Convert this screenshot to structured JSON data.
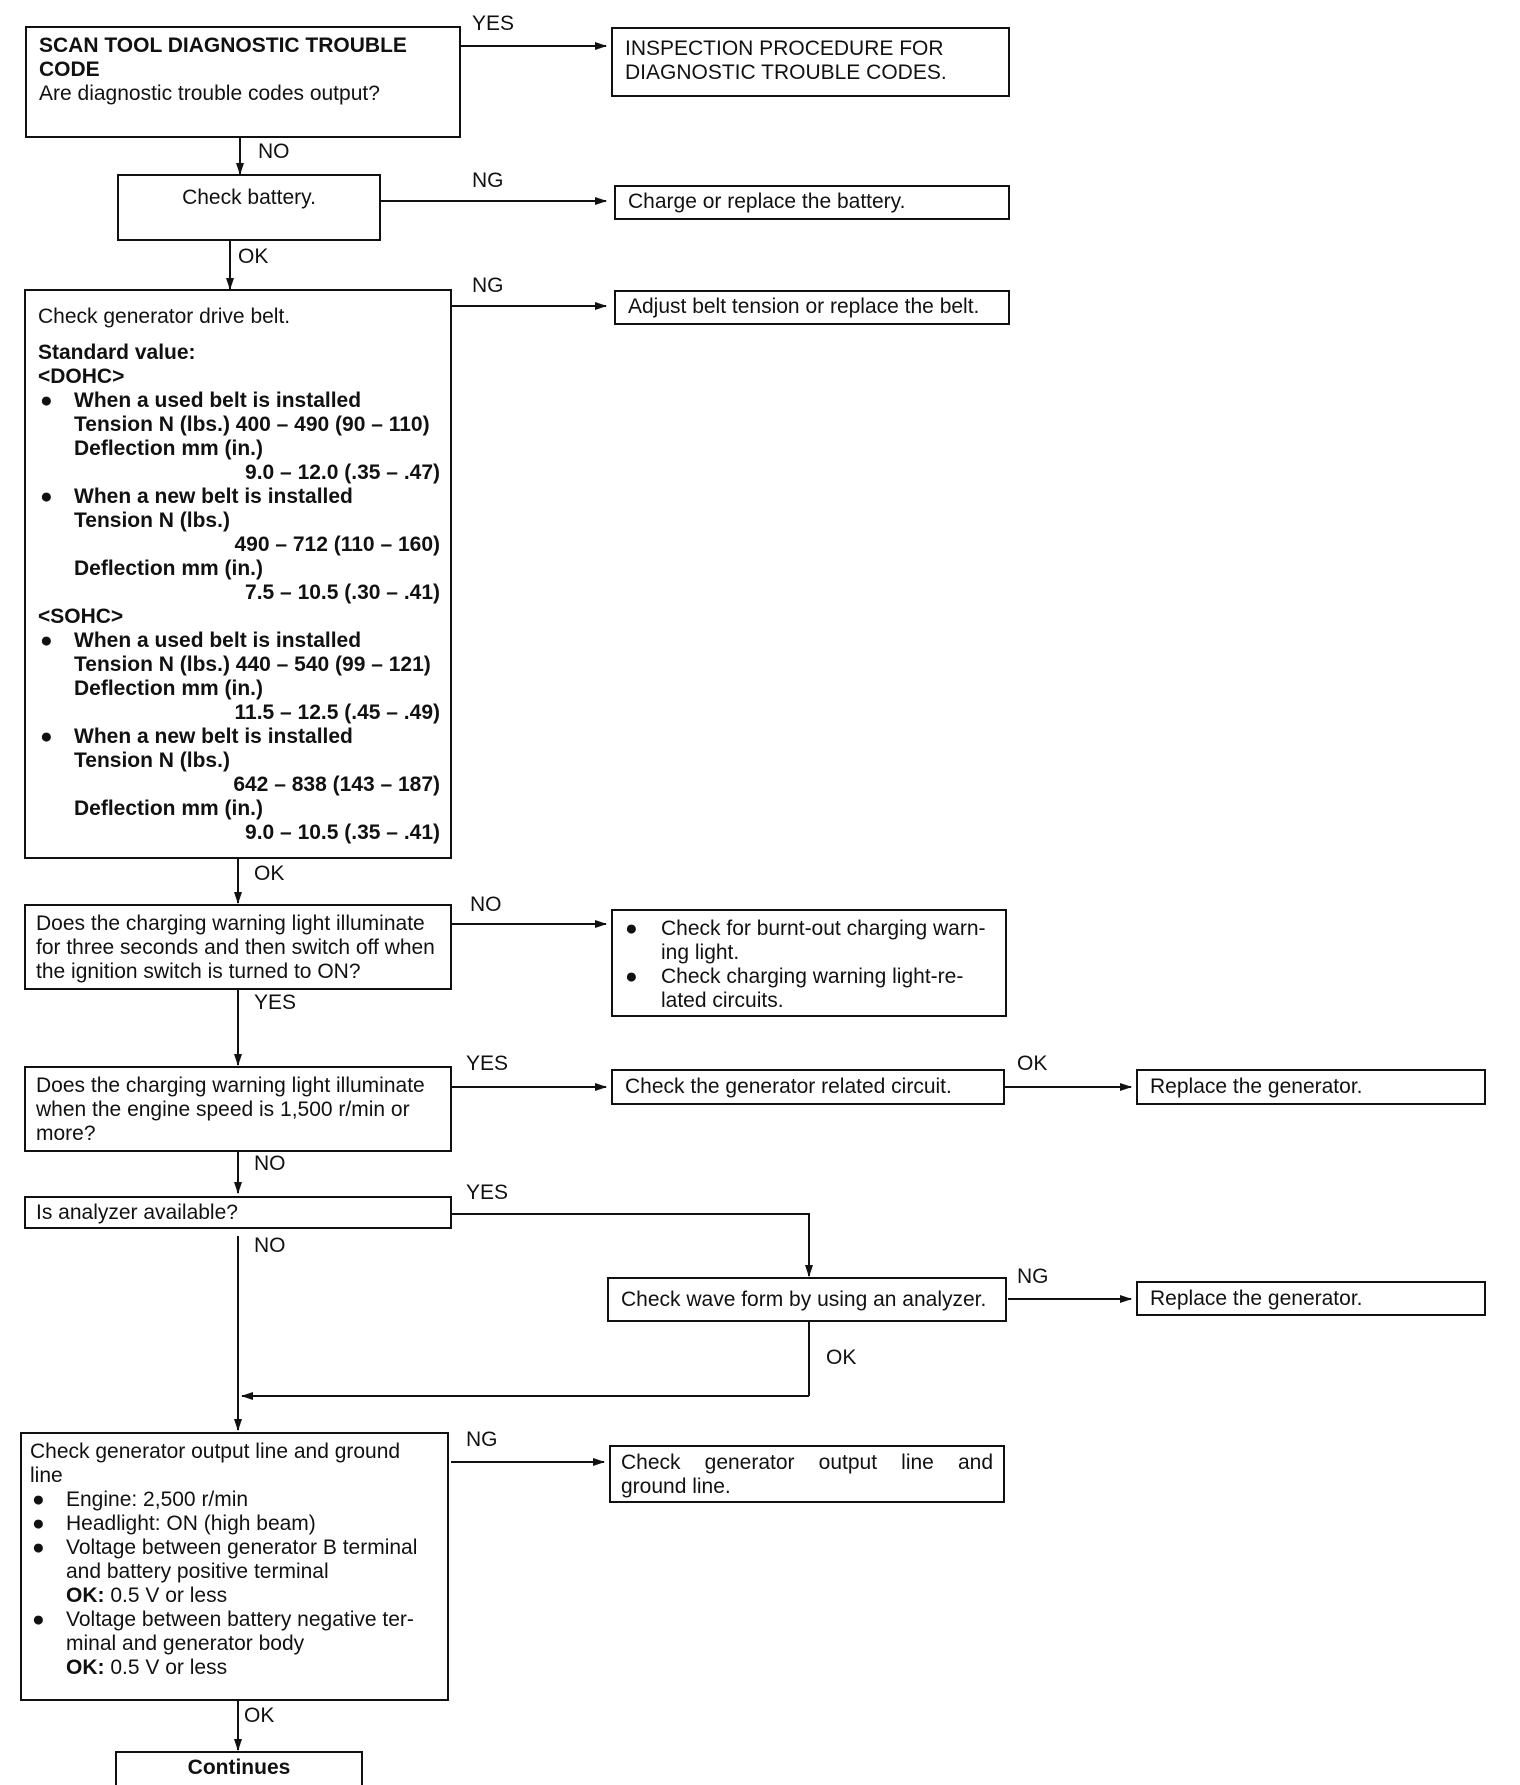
{
  "scan": {
    "title": "SCAN TOOL DIAGNOSTIC TROUBLE CODE",
    "question": "Are diagnostic trouble codes output?",
    "yes_label": "YES",
    "no_label": "NO"
  },
  "inspection": {
    "line1": "INSPECTION PROCEDURE FOR",
    "line2": "DIAGNOSTIC TROUBLE CODES."
  },
  "battery": {
    "check": "Check battery.",
    "ng_label": "NG",
    "ok_label": "OK",
    "action": "Charge or replace the battery."
  },
  "belt": {
    "check": "Check generator drive belt.",
    "ng_label": "NG",
    "ok_label": "OK",
    "action": "Adjust belt tension or replace the belt.",
    "standard_value": "Standard value:",
    "dohc": "<DOHC>",
    "sohc": "<SOHC>",
    "bullet": "●",
    "dohc_used": {
      "heading": "When a used belt is installed",
      "tension": "Tension N (lbs.) 400 – 490 (90 – 110)",
      "deflection": "Deflection mm (in.)",
      "deflection_value": "9.0 – 12.0 (.35 – .47)"
    },
    "dohc_new": {
      "heading": "When a new belt is installed",
      "tension": "Tension N (lbs.)",
      "tension_value": "490 – 712 (110 – 160)",
      "deflection": "Deflection mm (in.)",
      "deflection_value": "7.5 – 10.5 (.30 – .41)"
    },
    "sohc_used": {
      "heading": "When a used belt is installed",
      "tension": "Tension N (lbs.) 440 – 540 (99 – 121)",
      "deflection": "Deflection mm (in.)",
      "deflection_value": "11.5 – 12.5 (.45 – .49)"
    },
    "sohc_new": {
      "heading": "When a new belt is installed",
      "tension": "Tension N (lbs.)",
      "tension_value": "642 – 838 (143 – 187)",
      "deflection": "Deflection mm (in.)",
      "deflection_value": "9.0 – 10.5 (.35 – .41)"
    }
  },
  "warning_light": {
    "line1": "Does the charging warning light illuminate",
    "line2": "for three seconds and then switch off when",
    "line3": "the ignition switch is turned to ON?",
    "no_label": "NO",
    "yes_label": "YES",
    "action1_line1": "Check for burnt-out charging warn-",
    "action1_line2": "ing light.",
    "action2_line1": "Check charging warning light-re-",
    "action2_line2": "lated circuits."
  },
  "engine_speed": {
    "line1": "Does the charging warning light illuminate",
    "line2": "when the engine speed is 1,500 r/min or",
    "line3": "more?",
    "yes_label": "YES",
    "no_label": "NO",
    "circuit": "Check the generator related circuit.",
    "ok_label": "OK",
    "replace": "Replace the generator."
  },
  "analyzer": {
    "question": "Is analyzer available?",
    "yes_label": "YES",
    "no_label": "NO",
    "wave": "Check wave form by using an analyzer.",
    "ng_label": "NG",
    "ok_label": "OK",
    "replace": "Replace the generator."
  },
  "output": {
    "line1": "Check generator output line and ground",
    "line2": "line",
    "item1": "Engine: 2,500 r/min",
    "item2": "Headlight: ON (high beam)",
    "item3_line1": "Voltage between generator B terminal",
    "item3_line2": "and battery positive terminal",
    "ok_bold": "OK:",
    "ok_value": "0.5 V or less",
    "item4_line1": "Voltage between battery negative ter-",
    "item4_line2": "minal and generator body",
    "ng_label": "NG",
    "ok_label": "OK",
    "action_line1": "Check generator output line and",
    "action_line2": "ground line."
  },
  "continues": "Continues"
}
